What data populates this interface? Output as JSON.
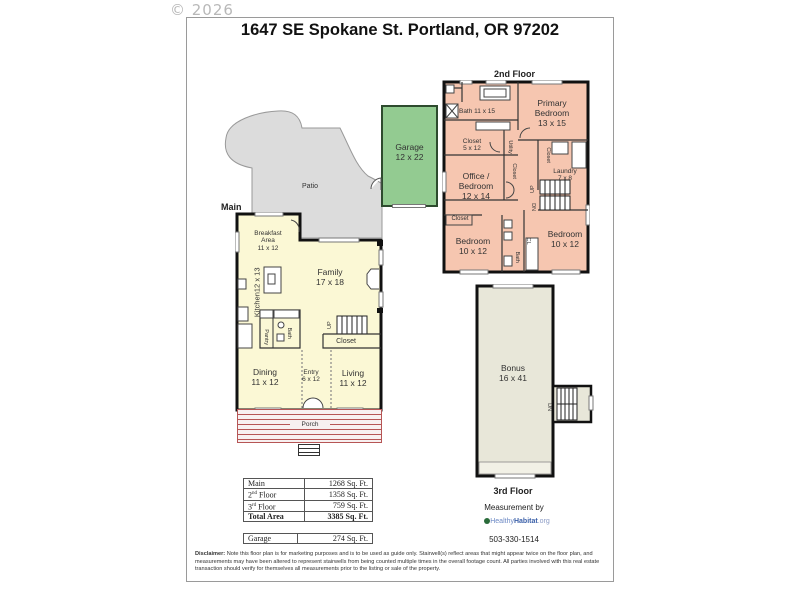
{
  "copyright": "© 2026",
  "title": "1647 SE Spokane St. Portland, OR 97202",
  "floors": {
    "main": {
      "label": "Main",
      "rooms": {
        "patio": "Patio",
        "garage_name": "Garage",
        "garage_dim": "12 x 22",
        "breakfast_name": "Breakfast",
        "breakfast_name2": "Area",
        "breakfast_dim": "11 x 12",
        "family_name": "Family",
        "family_dim": "17 x 18",
        "kitchen": "Kitchen12 x 13",
        "pantry": "Pantry",
        "bath": "Bath",
        "up": "UP",
        "closet": "Closet",
        "dining_name": "Dining",
        "dining_dim": "11 x 12",
        "entry_name": "Entry",
        "entry_dim": "6 x 12",
        "living_name": "Living",
        "living_dim": "11 x 12",
        "porch": "Porch"
      }
    },
    "second": {
      "label": "2nd Floor",
      "rooms": {
        "bath": "Bath 11 x 15",
        "primary_name": "Primary",
        "primary_name2": "Bedroom",
        "primary_dim": "13 x 15",
        "closet_name": "Closet",
        "closet_dim": "5 x 12",
        "utility": "Utility",
        "closet_small": "Closet",
        "laundry_name": "Laundry",
        "laundry_dim": "7 x 8",
        "office_name": "Office /",
        "office_name2": "Bedroom",
        "office_dim": "12 x 14",
        "closet_office": "Closet",
        "up": "UP",
        "dn": "DN",
        "closet_bottom": "Closet",
        "bedroom_left_name": "Bedroom",
        "bedroom_left_dim": "10 x 12",
        "bath2": "Bath",
        "cl": "CL",
        "bedroom_right_name": "Bedroom",
        "bedroom_right_dim": "10 x 12"
      }
    },
    "third": {
      "label": "3rd Floor",
      "rooms": {
        "bonus_name": "Bonus",
        "bonus_dim": "16 x 41",
        "dn": "DN"
      }
    }
  },
  "area_table": {
    "rows": [
      {
        "label": "Main",
        "value": "1268 Sq. Ft."
      },
      {
        "label": "2nd Floor",
        "label_base": "2",
        "label_sup": "nd",
        "label_rest": " Floor",
        "value": "1358 Sq. Ft."
      },
      {
        "label": "3rd Floor",
        "label_base": "3",
        "label_sup": "rd",
        "label_rest": " Floor",
        "value": "759 Sq. Ft."
      },
      {
        "label": "Total Area",
        "value": "3385 Sq. Ft."
      }
    ],
    "garage": {
      "label": "Garage",
      "value": "274 Sq. Ft."
    }
  },
  "measurement": {
    "label": "Measurement by",
    "logo_part1": "Healthy",
    "logo_part2": "Habitat",
    "logo_part3": ".org",
    "phone": "503-330-1514"
  },
  "disclaimer": {
    "lead": "Disclaimer:",
    "text": " Note this floor plan is for marketing purposes and is to be used as guide only.  Stairwell(s) reflect areas that might appear twice on the floor plan, and measurements may have been altered to represent stairwells from being counted multiple times in the overall footage count.  All parties involved with this real estate transaction should verify for themselves all measurements prior to the listing or sale of the property."
  }
}
